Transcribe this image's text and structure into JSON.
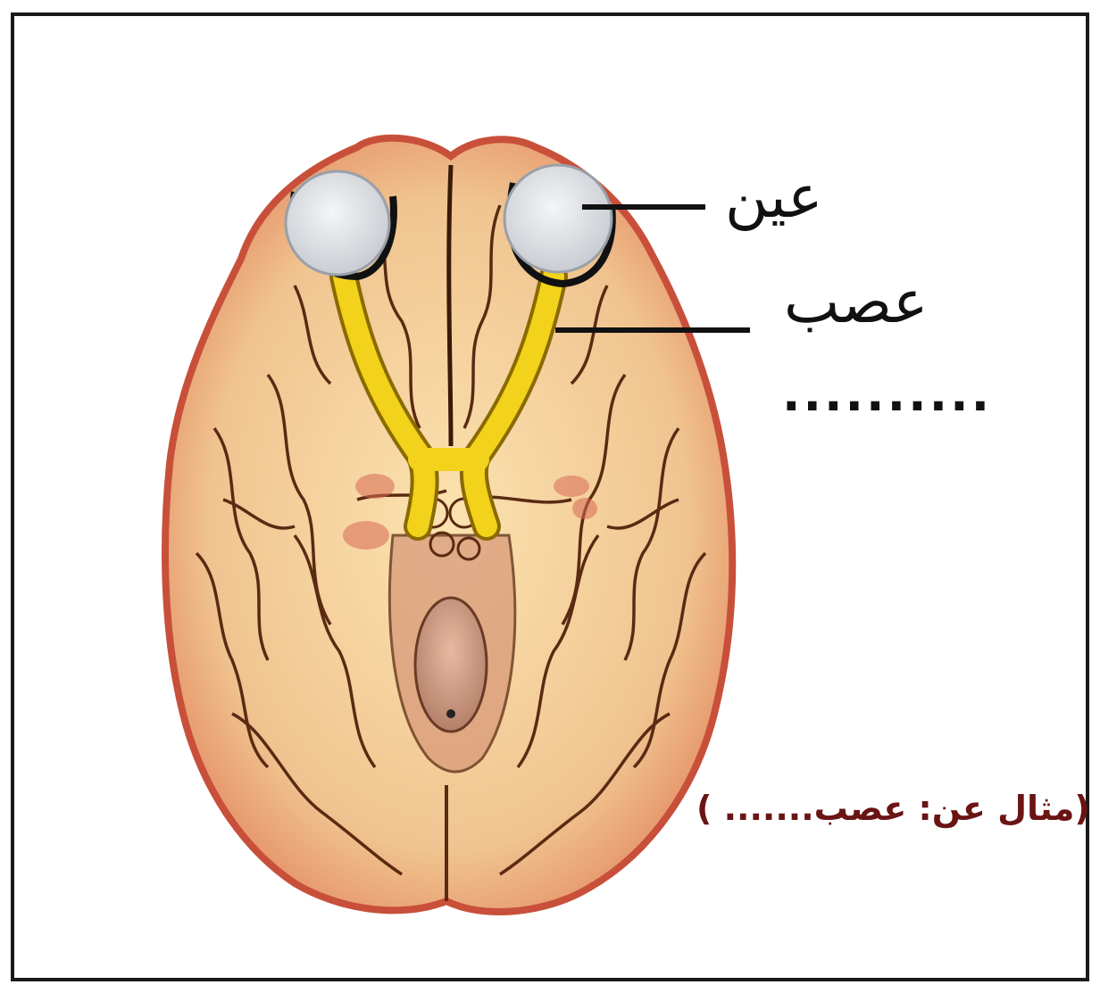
{
  "labels": {
    "eye": "عين",
    "nerve": "عصب",
    "blank": "..........",
    "example": "(مثال عن: عصب....... )"
  },
  "colors": {
    "brain": "#f0c490",
    "brain_edge": "#c8503a",
    "sulci": "#5a2a12",
    "nerve": "#f2d21a",
    "eye": "#e4e6ea",
    "example_text": "#6a1414"
  },
  "icons": {
    "brain": "brain-inferior-view-icon",
    "eyeball": "eyeball-icon",
    "optic-nerve": "optic-nerve-icon"
  }
}
